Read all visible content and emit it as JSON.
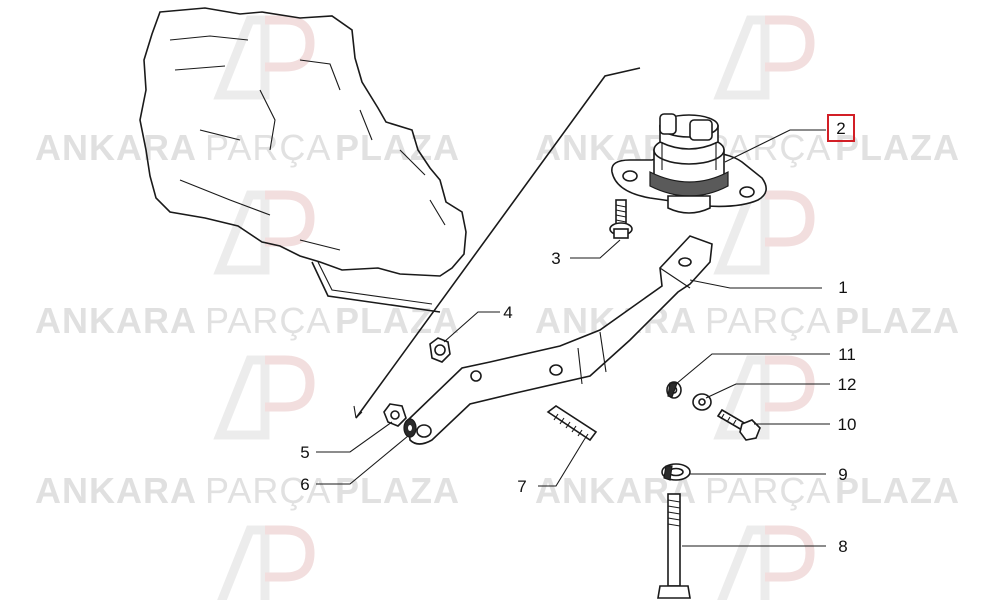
{
  "watermark": {
    "text_1": "ANKARA",
    "text_2": "PARÇA",
    "text_3": "PLAZA",
    "logo_letters": "AP",
    "color": "#c8c8c8"
  },
  "callouts": [
    {
      "id": "1",
      "label": "1"
    },
    {
      "id": "2",
      "label": "2",
      "highlighted": true
    },
    {
      "id": "3",
      "label": "3"
    },
    {
      "id": "4",
      "label": "4"
    },
    {
      "id": "5",
      "label": "5"
    },
    {
      "id": "6",
      "label": "6"
    },
    {
      "id": "7",
      "label": "7"
    },
    {
      "id": "8",
      "label": "8"
    },
    {
      "id": "9",
      "label": "9"
    },
    {
      "id": "10",
      "label": "10"
    },
    {
      "id": "11",
      "label": "11"
    },
    {
      "id": "12",
      "label": "12"
    }
  ],
  "highlight_color": "#d21f26"
}
